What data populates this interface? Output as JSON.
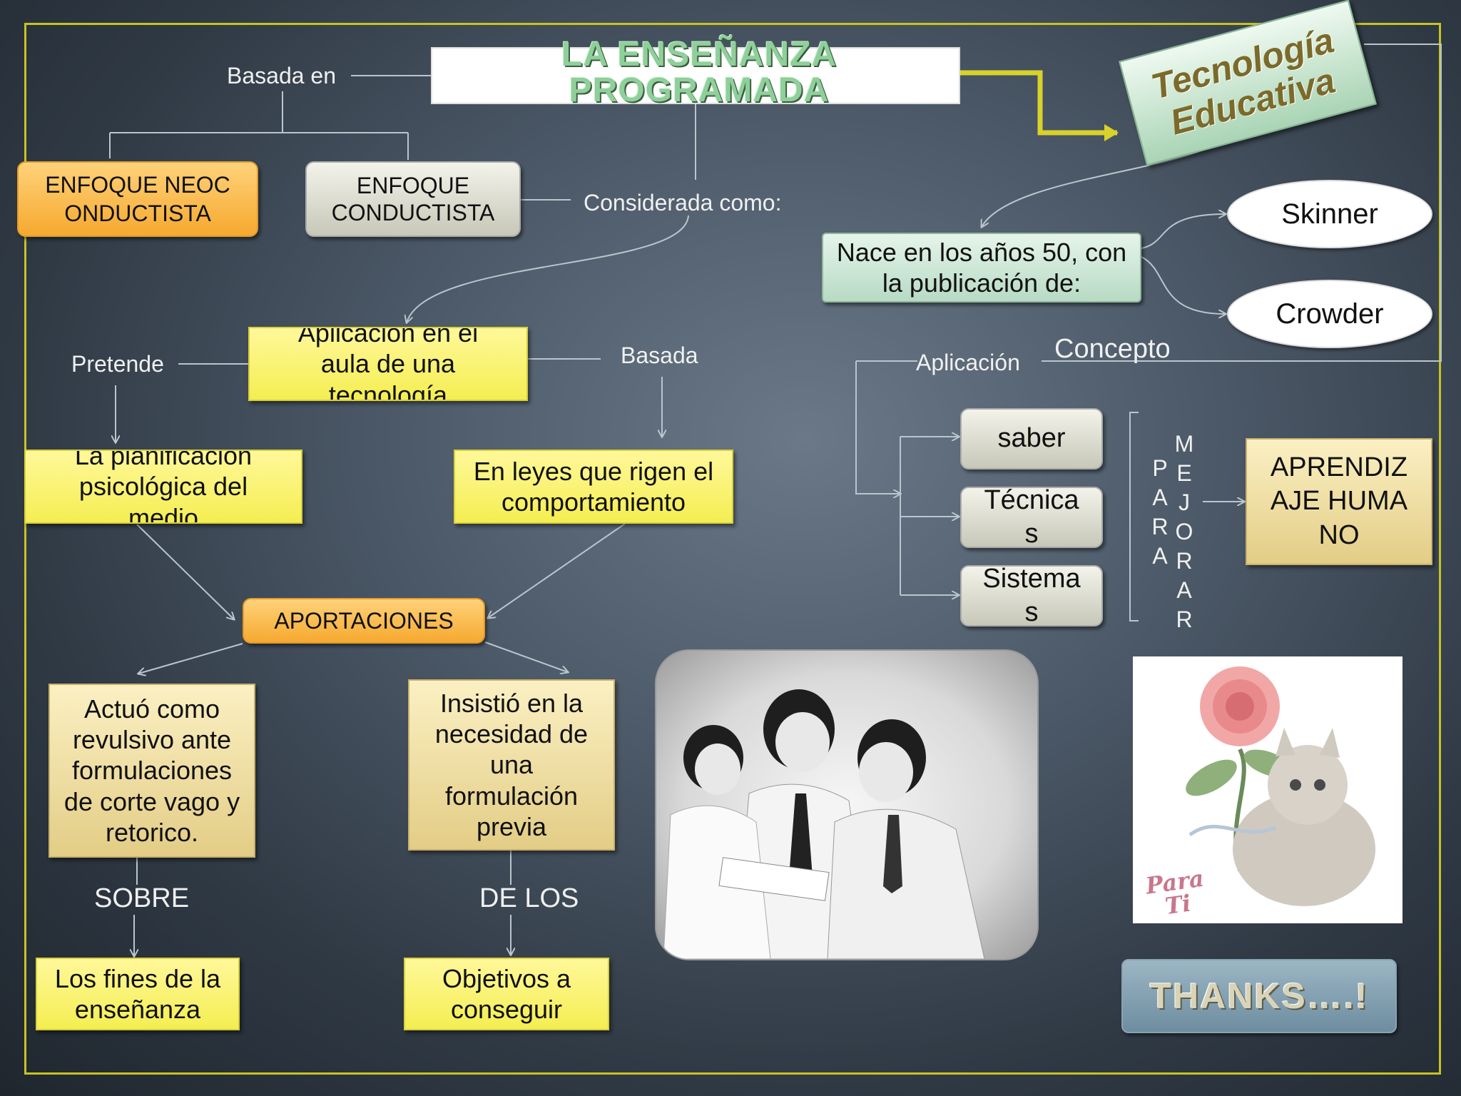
{
  "title": "LA ENSEÑANZA PROGRAMADA",
  "tecnologia": "Tecnología Educativa",
  "labels": {
    "basada_en": "Basada en",
    "considerada": "Considerada como:",
    "pretende": "Pretende",
    "basada": "Basada",
    "aplicacion": "Aplicación",
    "concepto": "Concepto",
    "sobre": "SOBRE",
    "de_los": "DE LOS"
  },
  "boxes": {
    "neoconductista": "ENFOQUE NEOCONDUCTISTA",
    "conductista": "ENFOQUE CONDUCTISTA",
    "aplicacion_aula": "Aplicación en el aula de una tecnología",
    "planificacion": "La planificación psicológica del medio",
    "leyes": "En leyes que rigen el comportamiento",
    "aportaciones": "APORTACIONES",
    "revulsivo": "Actuó como revulsivo ante formulaciones de corte vago y retorico.",
    "insistio": "Insistió en la necesidad de una formulación previa",
    "fines": "Los fines de la enseñanza",
    "objetivos": "Objetivos a conseguir",
    "nace": "Nace en los años 50, con la publicación de:",
    "skinner": "Skinner",
    "crowder": "Crowder",
    "saber": "saber",
    "tecnica": "Técnicas",
    "sistemas": "Sistemas",
    "aprendizaje": "APRENDIZAJE HUMANO"
  },
  "vertical": {
    "para": [
      "P",
      "A",
      "R",
      "A"
    ],
    "mejorar": [
      "M",
      "E",
      "J",
      "O",
      "R",
      "A",
      "R"
    ]
  },
  "card_text": "Para Ti",
  "thanks": "THANKS….!"
}
